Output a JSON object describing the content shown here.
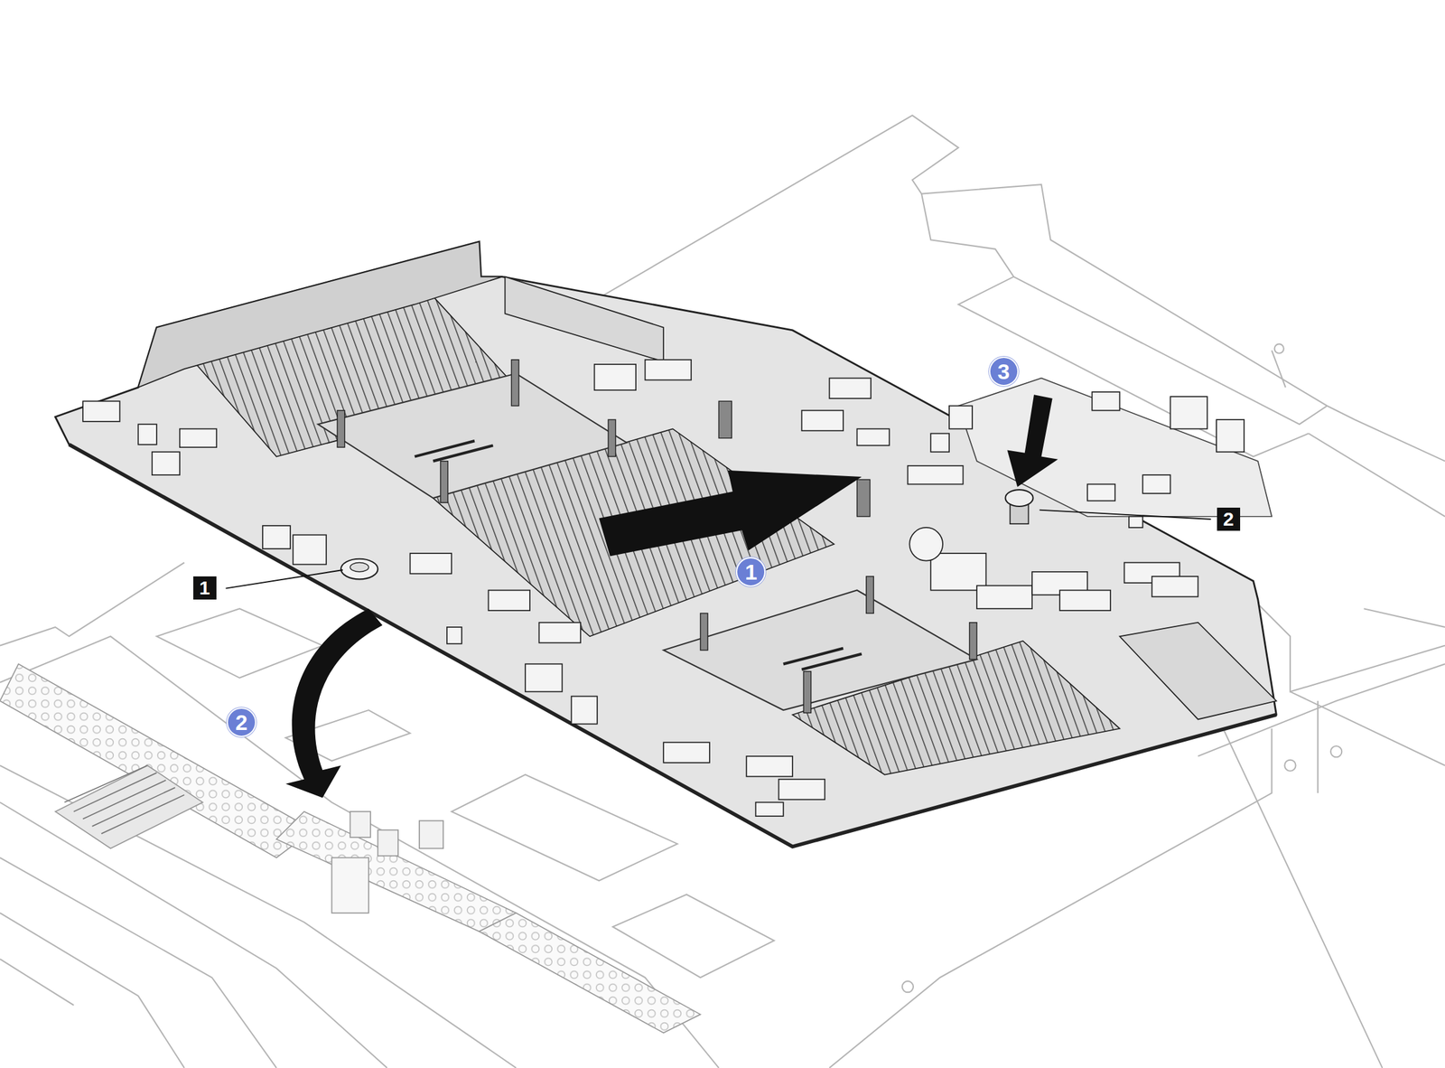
{
  "diagram": {
    "labels": [
      "3",
      "2",
      "1",
      "1",
      "2"
    ]
  }
}
